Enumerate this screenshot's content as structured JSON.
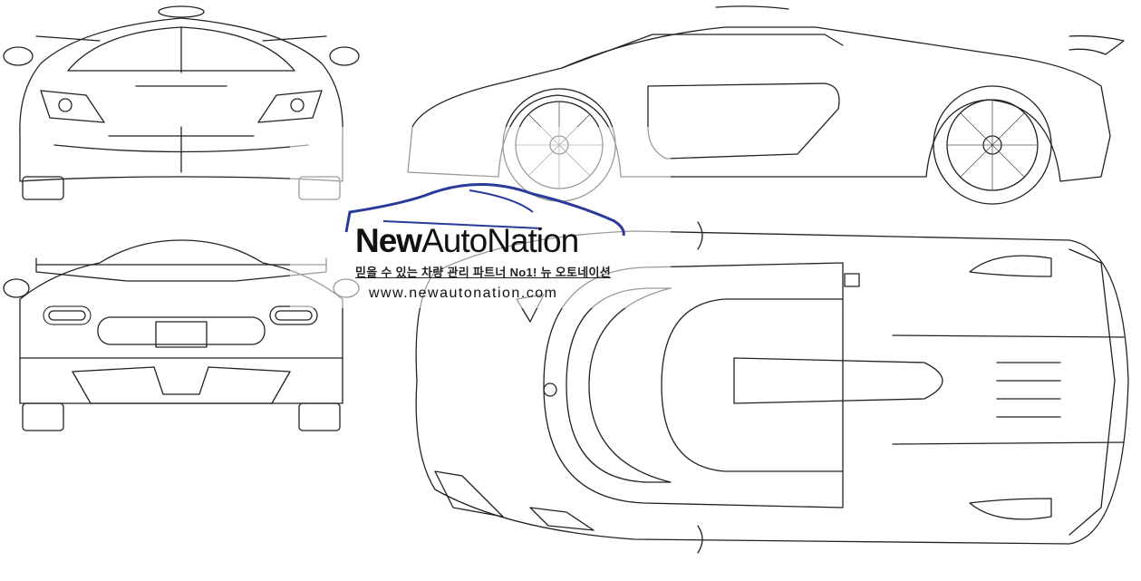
{
  "watermark": {
    "brand_bold": "New",
    "brand_rest": "AutoNation",
    "tagline": "믿을 수 있는 차량 관리 파트너 No1! 뉴 오토네이션",
    "url": "www.newautonation.com",
    "accent_color": "#2a3a9a"
  },
  "views": [
    "front",
    "rear",
    "side",
    "top"
  ]
}
